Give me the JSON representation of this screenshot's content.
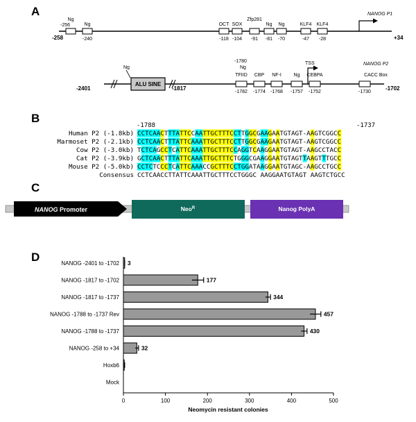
{
  "panels": {
    "a": "A",
    "b": "B",
    "c": "C",
    "d": "D"
  },
  "promoter_p1": {
    "name": "NANOG P1",
    "start": "-258",
    "end": "+34",
    "boxes": [
      {
        "top": "Ng",
        "bottom": "-256"
      },
      {
        "top": "Ng",
        "bottom": "-240"
      },
      {
        "top": "OCT",
        "bottom": "-118"
      },
      {
        "top": "SOX",
        "bottom": "-104"
      },
      {
        "top": "Zfp281",
        "bottom": "-91"
      },
      {
        "top": "Ng",
        "bottom": "-81"
      },
      {
        "top": "Ng",
        "bottom": "-70"
      },
      {
        "top": "KLF4",
        "bottom": "-47"
      },
      {
        "top": "KLF4",
        "bottom": "-28"
      }
    ]
  },
  "promoter_p2": {
    "name": "NANOG P2",
    "start": "-2401",
    "break": "-1817",
    "end": "-1702",
    "sine_label": "ALU SINE",
    "ng_left": "Ng",
    "pos_1780": "-1780",
    "ng_1780": "Ng",
    "tss": "TSS",
    "boxes": [
      {
        "top": "TFIID",
        "bottom": "-1782"
      },
      {
        "top": "CBP",
        "bottom": "-1774"
      },
      {
        "top": "NF-I",
        "bottom": "-1768"
      },
      {
        "top": "Ng",
        "bottom": "-1757"
      },
      {
        "top": "CEBPA",
        "bottom": "-1752"
      },
      {
        "top": "CACC Box",
        "bottom": "-1730"
      }
    ]
  },
  "alignment": {
    "pos_start": "-1788",
    "pos_end": "-1737",
    "colors": {
      "yellow": "#ffff00",
      "cyan": "#00ffff"
    },
    "rows": [
      {
        "name": "Human P2 (-1.8kb)",
        "seq": "CCTCAACTTTATTCCAATTGCTTTCCTTGGCGAAGAATGTAGT-AAGTCGGCC"
      },
      {
        "name": "Marmoset P2 (-2.1kb)",
        "seq": "CCTCAACTTTATTCAAATTGCTTTCCTTGGCGAAGAATGTAGT-AAGTCGGCC"
      },
      {
        "name": "Cow P2 (-3.0kb)",
        "seq": "TCTCAGCCTCATTCAAATTGCTTTCCAGGTCAAGGAATGTAGT-AAGCCTACC"
      },
      {
        "name": "Cat P2 (-3.9kb)",
        "seq": "GCTCAACTTTATTCAAATTGCTTTCTGGGCGAAGGAATGTAGTTAAGTTTGCC"
      },
      {
        "name": "Mouse P2 (-5.0kb)",
        "seq": "CCTCTCCCTCATTCAAACCGCTTTCCTGGATAAGGAATGTAGC-AAGCCTGCC"
      },
      {
        "name": "Consensus",
        "seq": "CCTCAACCTTATTCAAATTGCTTTCCTGGGC AAGGAATGTAGT AAGTCTGCC"
      }
    ]
  },
  "construct": {
    "promoter_label_italic": "NANOG",
    "promoter_label_rest": " Promoter",
    "neo_label": "Neo",
    "neo_sup": "R",
    "polya_label": "Nanog PolyA",
    "colors": {
      "promoter": "#000000",
      "neo": "#106a5c",
      "polya": "#6a31b3",
      "backbone": "#c8c8c8"
    }
  },
  "chart_data": {
    "type": "bar",
    "orientation": "horizontal",
    "categories": [
      "NANOG -2401 to -1702",
      "NANOG -1817 to -1702",
      "NANOG -1817 to -1737",
      "NANOG -1788 to -1737 Rev",
      "NANOG -1788 to -1737",
      "NANOG -258 to +34",
      "Hoxb6",
      "Mock"
    ],
    "values": [
      3,
      177,
      344,
      457,
      430,
      32,
      2,
      0
    ],
    "value_labels": [
      "3",
      "177",
      "344",
      "457",
      "430",
      "32",
      "",
      ""
    ],
    "errors": [
      0,
      14,
      6,
      13,
      7,
      4,
      1,
      0
    ],
    "xlabel": "Neomycin resistant colonies",
    "xlim": [
      0,
      500
    ],
    "xticks": [
      "0",
      "100",
      "200",
      "300",
      "400",
      "500"
    ],
    "bar_color": "#999999"
  }
}
